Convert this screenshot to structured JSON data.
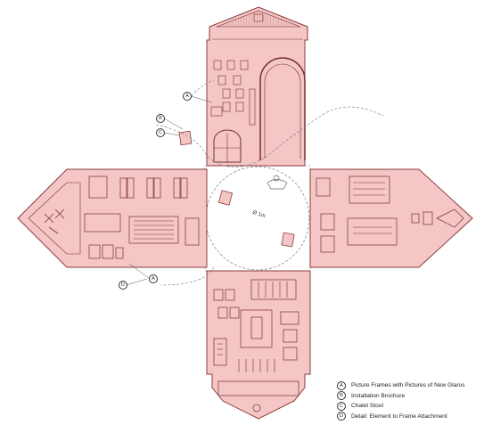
{
  "colors": {
    "panel_fill": "#f4c6c6",
    "panel_stroke": "#8a3b3b",
    "detail_stroke": "#7a2f2f",
    "line": "#555555"
  },
  "callouts": [
    {
      "mark": "A"
    },
    {
      "mark": "B"
    },
    {
      "mark": "C"
    },
    {
      "mark": "D"
    }
  ],
  "dimension_label": "Ø 1m",
  "legend": [
    {
      "mark": "A",
      "text": "Picture Frames with Pictures of New Glarus"
    },
    {
      "mark": "B",
      "text": "Installation Brochure"
    },
    {
      "mark": "C",
      "text": "Chalet Stool"
    },
    {
      "mark": "D",
      "text": "Detail: Element to Frame Attachment"
    }
  ]
}
